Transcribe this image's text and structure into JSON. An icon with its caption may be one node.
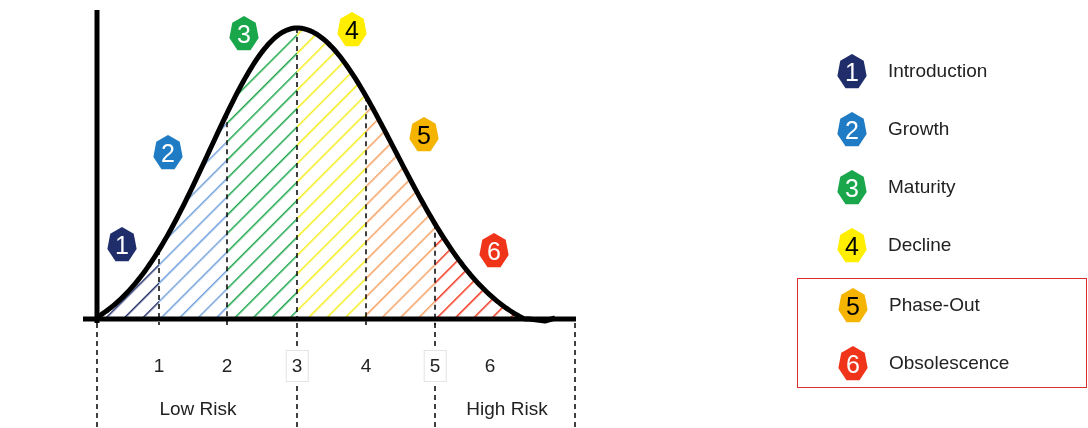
{
  "diagram": {
    "nodes": [
      {
        "text": [
          "1"
        ]
      },
      {
        "text": [
          "2"
        ]
      },
      {
        "text": [
          "3"
        ]
      },
      {
        "text": [
          "4"
        ]
      },
      {
        "text": [
          "5"
        ]
      },
      {
        "text": [
          "6"
        ]
      },
      {
        "text": [
          "1"
        ],
        "beside": [
          "Introduction"
        ]
      },
      {
        "text": [
          "2"
        ],
        "beside": [
          "Growth"
        ]
      },
      {
        "text": [
          "3"
        ],
        "beside": [
          "Maturity"
        ]
      },
      {
        "text": [
          "4"
        ],
        "beside": [
          "Decline"
        ]
      },
      {
        "text": [],
        "shape": "box"
      },
      {
        "text": [
          "5"
        ],
        "beside": [
          "Phase-Out"
        ],
        "in": 10
      },
      {
        "text": [
          "6"
        ],
        "beside": [
          "Obsolescence"
        ],
        "in": 10
      }
    ],
    "labels": [
      "1",
      "2",
      "3",
      "4",
      "5",
      "6",
      "Low Risk",
      "High Risk"
    ]
  }
}
